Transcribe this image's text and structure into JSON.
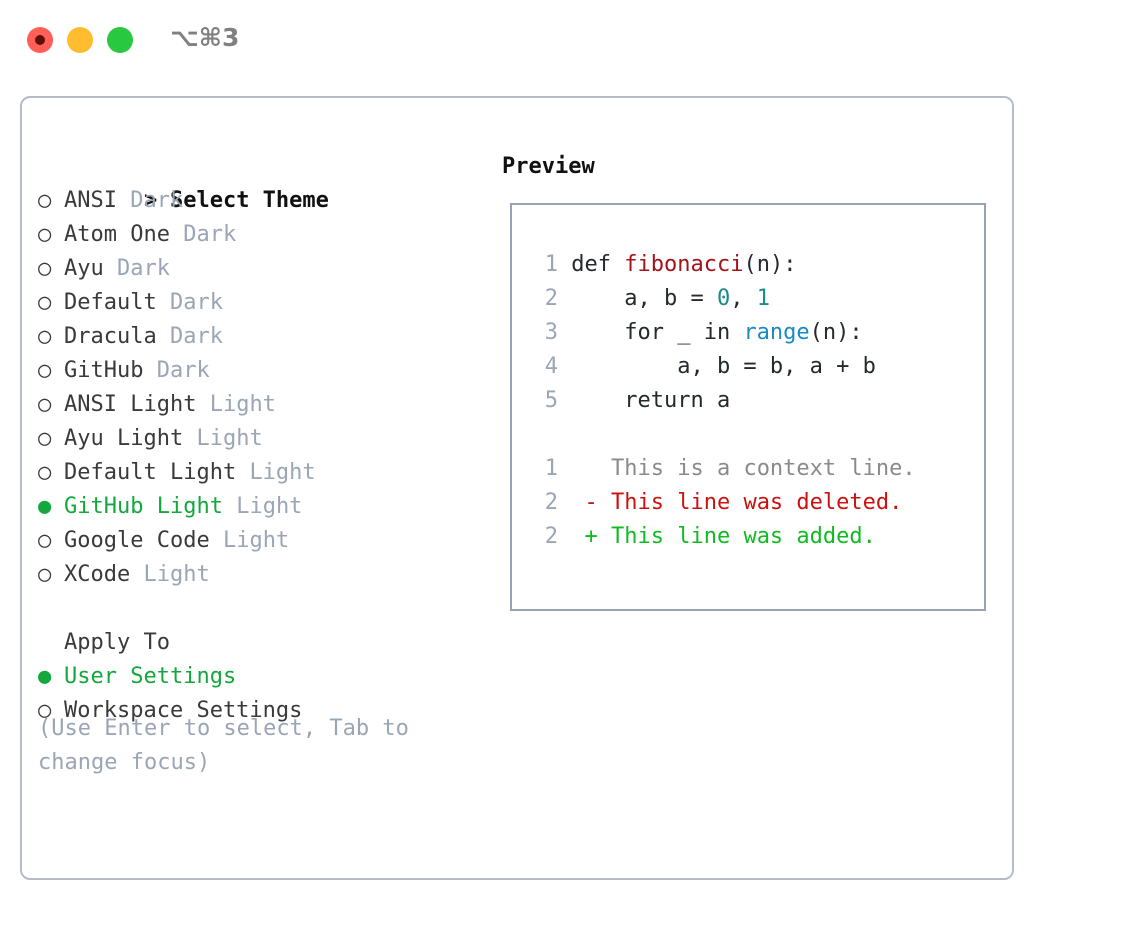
{
  "titlebar": {
    "shortcut_label": "⌥⌘3",
    "buttons": {
      "close": "close-button",
      "minimize": "minimize-button",
      "maximize": "maximize-button"
    }
  },
  "colors": {
    "accent_green": "#14a83c",
    "muted": "#9aa5b5",
    "text": "#3a3a3a",
    "border_panel": "#b4bcca",
    "border_preview": "#97a2b4",
    "diff_add": "#11bb22",
    "diff_del": "#cc1111",
    "syntax_function": "#a3131a",
    "syntax_number": "#1a8a8a",
    "syntax_call": "#1a8ac4",
    "traffic_red": "#ff5f57",
    "traffic_yellow": "#febc2e",
    "traffic_green": "#28c840"
  },
  "theme_section": {
    "heading_marker": ">",
    "heading": "Select Theme",
    "unselected_marker": "○",
    "selected_marker": "●",
    "items": [
      {
        "marker": "○",
        "name": "ANSI",
        "tag": "Dark",
        "selected": false
      },
      {
        "marker": "○",
        "name": "Atom One",
        "tag": "Dark",
        "selected": false
      },
      {
        "marker": "○",
        "name": "Ayu",
        "tag": "Dark",
        "selected": false
      },
      {
        "marker": "○",
        "name": "Default",
        "tag": "Dark",
        "selected": false
      },
      {
        "marker": "○",
        "name": "Dracula",
        "tag": "Dark",
        "selected": false
      },
      {
        "marker": "○",
        "name": "GitHub",
        "tag": "Dark",
        "selected": false
      },
      {
        "marker": "○",
        "name": "ANSI Light",
        "tag": "Light",
        "selected": false
      },
      {
        "marker": "○",
        "name": "Ayu Light",
        "tag": "Light",
        "selected": false
      },
      {
        "marker": "○",
        "name": "Default Light",
        "tag": "Light",
        "selected": false
      },
      {
        "marker": "●",
        "name": "GitHub Light",
        "tag": "Light",
        "selected": true
      },
      {
        "marker": "○",
        "name": "Google Code",
        "tag": "Light",
        "selected": false
      },
      {
        "marker": "○",
        "name": "XCode",
        "tag": "Light",
        "selected": false
      }
    ]
  },
  "apply_section": {
    "heading": "Apply To",
    "items": [
      {
        "marker": "●",
        "name": "User Settings",
        "selected": true
      },
      {
        "marker": "○",
        "name": "Workspace Settings",
        "selected": false
      }
    ]
  },
  "hint": "(Use Enter to select, Tab to change focus)",
  "preview": {
    "title": "Preview",
    "code_lines": [
      {
        "no": "1",
        "segments": [
          {
            "t": "def ",
            "c": "tok-def"
          },
          {
            "t": "fibonacci",
            "c": "tok-fn"
          },
          {
            "t": "(n):",
            "c": "tok-plain"
          }
        ]
      },
      {
        "no": "2",
        "segments": [
          {
            "t": "    a, b = ",
            "c": "tok-plain"
          },
          {
            "t": "0",
            "c": "tok-num"
          },
          {
            "t": ", ",
            "c": "tok-plain"
          },
          {
            "t": "1",
            "c": "tok-num"
          }
        ]
      },
      {
        "no": "3",
        "segments": [
          {
            "t": "    for _ in ",
            "c": "tok-plain"
          },
          {
            "t": "range",
            "c": "tok-call"
          },
          {
            "t": "(n):",
            "c": "tok-plain"
          }
        ]
      },
      {
        "no": "4",
        "segments": [
          {
            "t": "        a, b = b, a + b",
            "c": "tok-plain"
          }
        ]
      },
      {
        "no": "5",
        "segments": [
          {
            "t": "    return a",
            "c": "tok-plain"
          }
        ]
      }
    ],
    "diff_lines": [
      {
        "no": "1",
        "sign": " ",
        "text": " This is a context line.",
        "kind": "diff-ctx"
      },
      {
        "no": "2",
        "sign": "-",
        "text": " This line was deleted.",
        "kind": "diff-del"
      },
      {
        "no": "2",
        "sign": "+",
        "text": " This line was added.",
        "kind": "diff-add"
      }
    ]
  }
}
